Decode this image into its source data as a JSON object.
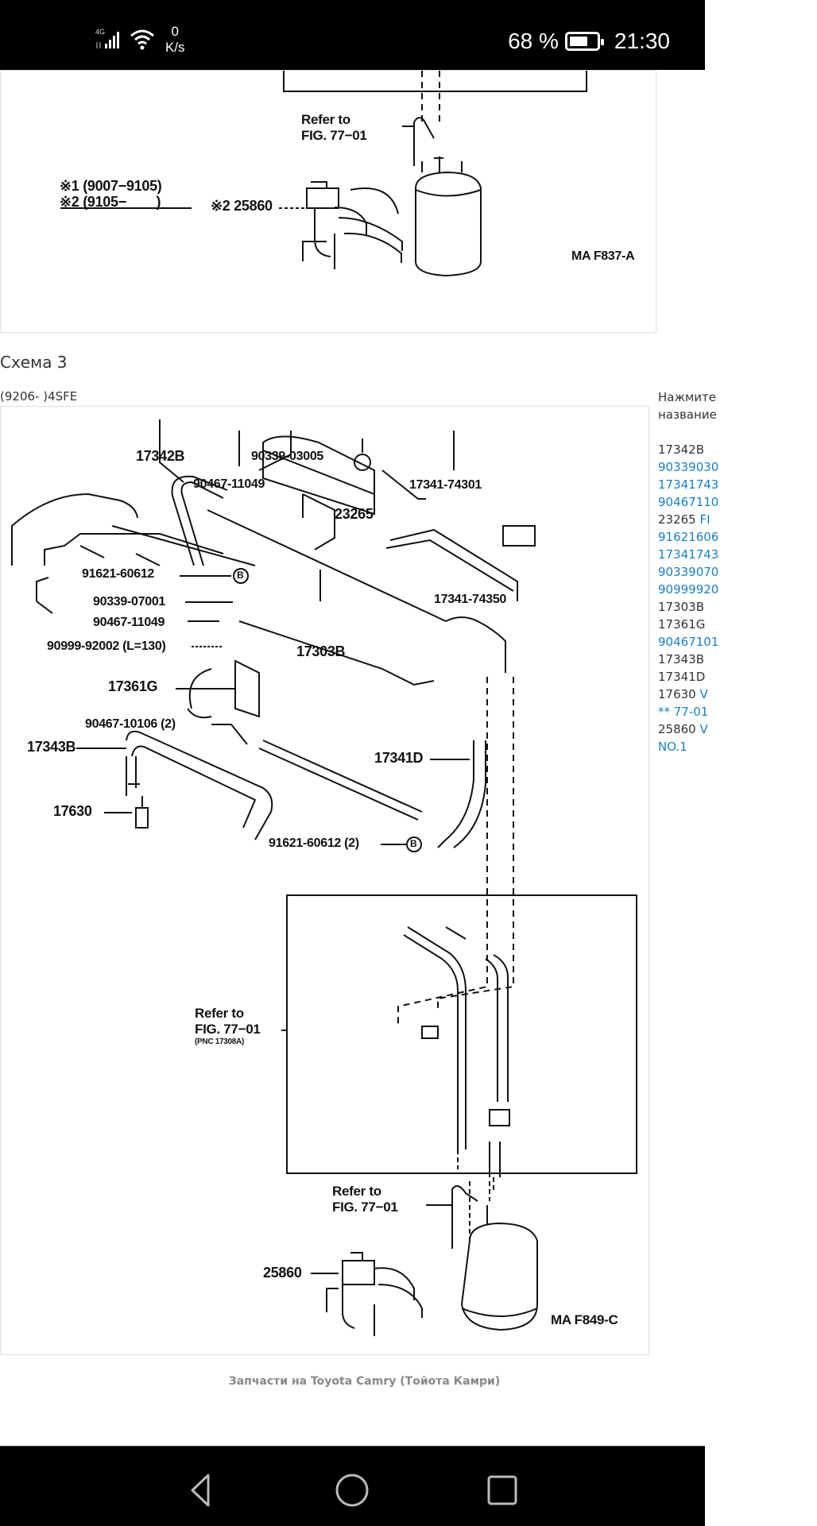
{
  "status_bar": {
    "network_type": "4G",
    "data_speed_value": "0",
    "data_speed_unit": "K/s",
    "battery_percent": "68 %",
    "battery_level": 0.68,
    "time": "21:30",
    "icons": [
      "signal-icon",
      "wifi-icon",
      "battery-icon"
    ]
  },
  "diagram_top": {
    "labels": {
      "refer_to": "Refer to",
      "fig": "FIG. 77−01",
      "note1": "※1 (9007−9105)",
      "note2": "※2 (9105−        )",
      "part_25860": "※2 25860",
      "code": "MA F837-A"
    }
  },
  "section": {
    "title": "Схема 3",
    "subtitle": "(9206- )4SFE"
  },
  "diagram_main": {
    "labels": {
      "p17342B": "17342B",
      "p90339_03005": "90339-03005",
      "p90467_11049_a": "90467-11049",
      "p17341_74301": "17341-74301",
      "p23265": "23265",
      "p91621_60612": "91621-60612",
      "p90339_07001": "90339-07001",
      "p90467_11049_b": "90467-11049",
      "p90999_92002": "90999-92002 (L=130)",
      "p17341_74350": "17341-74350",
      "p17303B": "17303B",
      "p17361G": "17361G",
      "p90467_10106": "90467-10106 (2)",
      "p17343B": "17343B",
      "p17341D": "17341D",
      "p17630": "17630",
      "p91621_60612_2": "91621-60612 (2)",
      "refer_to_1": "Refer to",
      "fig_1": "FIG. 77−01",
      "pnc": "(PNC 17308A)",
      "refer_to_2": "Refer to",
      "fig_2": "FIG. 77−01",
      "p25860": "25860",
      "code": "MA F849-C",
      "marker_b": "B"
    }
  },
  "side_panel": {
    "hint_line1": "Нажмите",
    "hint_line2": "название",
    "items": [
      {
        "code": "17342B",
        "link": ""
      },
      {
        "code": "",
        "link": "90339030"
      },
      {
        "code": "",
        "link": "17341743"
      },
      {
        "code": "",
        "link": "90467110"
      },
      {
        "code": "23265",
        "link": "FI"
      },
      {
        "code": "",
        "link": "91621606"
      },
      {
        "code": "",
        "link": "17341743"
      },
      {
        "code": "",
        "link": "90339070"
      },
      {
        "code": "",
        "link": "90999920"
      },
      {
        "code": "17303B",
        "link": ""
      },
      {
        "code": "17361G",
        "link": ""
      },
      {
        "code": "",
        "link": "90467101"
      },
      {
        "code": "17343B",
        "link": ""
      },
      {
        "code": "17341D",
        "link": ""
      },
      {
        "code": "17630",
        "link": "V"
      },
      {
        "code": "",
        "link": "** 77-01"
      },
      {
        "code": "25860",
        "link": "V"
      },
      {
        "code": "",
        "link": "NO.1"
      }
    ]
  },
  "footer": {
    "caption": "Запчасти на Toyota Camry (Тойота Камри)"
  },
  "nav_bar": {
    "buttons": [
      "back",
      "home",
      "recents"
    ]
  },
  "colors": {
    "link": "#1a7fc1",
    "text": "#333333",
    "caption": "#888888"
  }
}
